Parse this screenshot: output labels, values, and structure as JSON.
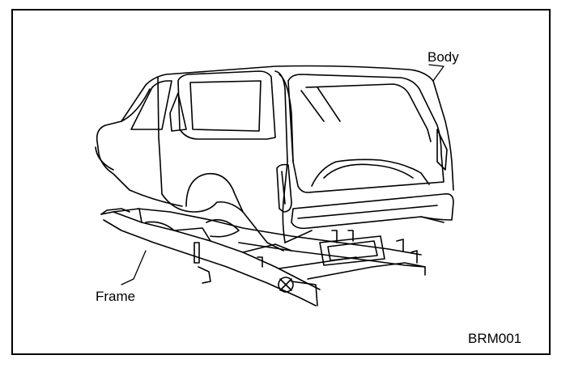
{
  "labels": {
    "body": "Body",
    "frame": "Frame",
    "figure_code": "BRM001"
  },
  "colors": {
    "ink": "#000000",
    "paper": "#ffffff"
  }
}
